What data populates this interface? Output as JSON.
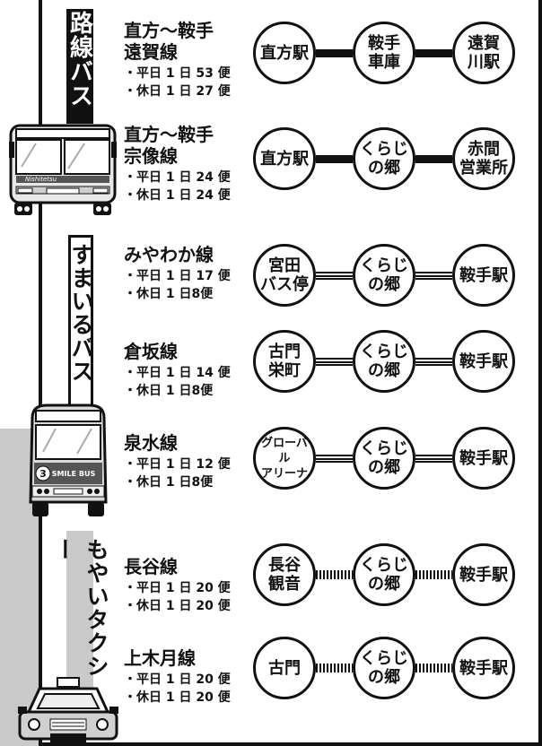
{
  "sections": {
    "rosen": {
      "label": "路線バス"
    },
    "smile": {
      "label": "すまいるバス"
    },
    "moyai": {
      "label": "もやいタクシー"
    }
  },
  "routes": [
    {
      "name": "直方～鞍手\n遠賀線",
      "weekday": "平日 1 日 53 便",
      "holiday": "休日 1 日 27 便",
      "connector": "solid",
      "stations": [
        "直方駅",
        "鞍手\n車庫",
        "遠賀\n川駅"
      ]
    },
    {
      "name": "直方～鞍手\n宗像線",
      "weekday": "平日 1 日 24 便",
      "holiday": "休日 1 日 24 便",
      "connector": "solid",
      "stations": [
        "直方駅",
        "くらじ\nの郷",
        "赤間\n営業所"
      ]
    },
    {
      "name": "みやわか線",
      "weekday": "平日 1 日 17 便",
      "holiday": "休日 1 日8便",
      "connector": "double",
      "stations": [
        "宮田\nバス停",
        "くらじ\nの郷",
        "鞍手駅"
      ]
    },
    {
      "name": "倉坂線",
      "weekday": "平日 1 日 14 便",
      "holiday": "休日 1 日8便",
      "connector": "double",
      "stations": [
        "古門\n栄町",
        "くらじ\nの郷",
        "鞍手駅"
      ]
    },
    {
      "name": "泉水線",
      "weekday": "平日 1 日 12 便",
      "holiday": "休日 1 日8便",
      "connector": "double",
      "stations": [
        "グローバル\nアリーナ",
        "くらじ\nの郷",
        "鞍手駅"
      ]
    },
    {
      "name": "長谷線",
      "weekday": "平日 1 日 20 便",
      "holiday": "休日 1 日 20 便",
      "connector": "dotted",
      "stations": [
        "長谷\n観音",
        "くらじ\nの郷",
        "鞍手駅"
      ]
    },
    {
      "name": "上木月線",
      "weekday": "平日 1 日 20 便",
      "holiday": "休日 1 日 20 便",
      "connector": "dotted",
      "stations": [
        "古門",
        "くらじ\nの郷",
        "鞍手駅"
      ]
    }
  ],
  "vehicles": {
    "bus": {
      "brand": "Nishitetsu"
    },
    "smile_bus": {
      "number": "3",
      "brand": "SMILE BUS"
    }
  }
}
